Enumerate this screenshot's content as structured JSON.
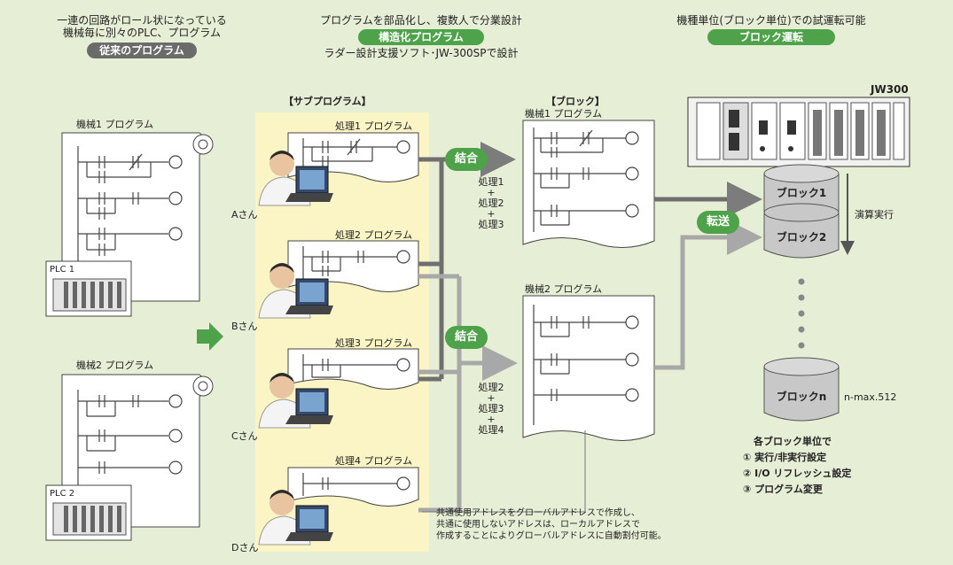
{
  "header": {
    "left_line1": "一連の回路がロール状になっている",
    "left_line2": "機械毎に別々のPLC、プログラム",
    "left_pill": "従来のプログラム",
    "mid_line1": "プログラムを部品化し、複数人で分業設計",
    "mid_pill": "構造化プログラム",
    "mid_line2": "ラダー設計支援ソフト･JW-300SPで設計",
    "right_line1": "機種単位(ブロック単位)での試運転可能",
    "right_pill": "ブロック運転"
  },
  "legacy": {
    "machine1": "機械1 プログラム",
    "machine2": "機械2 プログラム",
    "plc1": "PLC 1",
    "plc2": "PLC 2"
  },
  "sub": {
    "title": "【サブプログラム】",
    "p1": "処理1 プログラム",
    "p2": "処理2 プログラム",
    "p3": "処理3 プログラム",
    "p4": "処理4 プログラム",
    "a": "Aさん",
    "b": "Bさん",
    "c": "Cさん",
    "d": "Dさん"
  },
  "combine": {
    "label1": "結合",
    "label2": "結合",
    "transfer": "転送"
  },
  "block": {
    "title": "【ブロック】",
    "machine1": "機械1 プログラム",
    "machine2": "機械2 プログラム",
    "c1": [
      "処理1",
      "+",
      "処理2",
      "+",
      "処理3"
    ],
    "c2": [
      "処理2",
      "+",
      "処理3",
      "+",
      "処理4"
    ]
  },
  "plc": {
    "name": "JW300",
    "block1": "ブロック1",
    "block2": "ブロック2",
    "blockn": "ブロックn",
    "nmax": "n-max.512",
    "exec": "演算実行"
  },
  "features": {
    "title": "各ブロック単位で",
    "items": [
      "① 実行/非実行設定",
      "② I/O リフレッシュ設定",
      "③ プログラム変更"
    ]
  },
  "note": {
    "lines": [
      "共通使用アドレスをグローバルアドレスで作成し、",
      "共通に使用しないアドレスは、ローカルアドレスで",
      "作成することによりグローバルアドレスに自動割付可能。"
    ]
  },
  "colors": {
    "background": "#e6efd6",
    "accent": "#4ea24a",
    "pill_gray": "#6b6b6b",
    "highlight": "#fbf4c4"
  }
}
